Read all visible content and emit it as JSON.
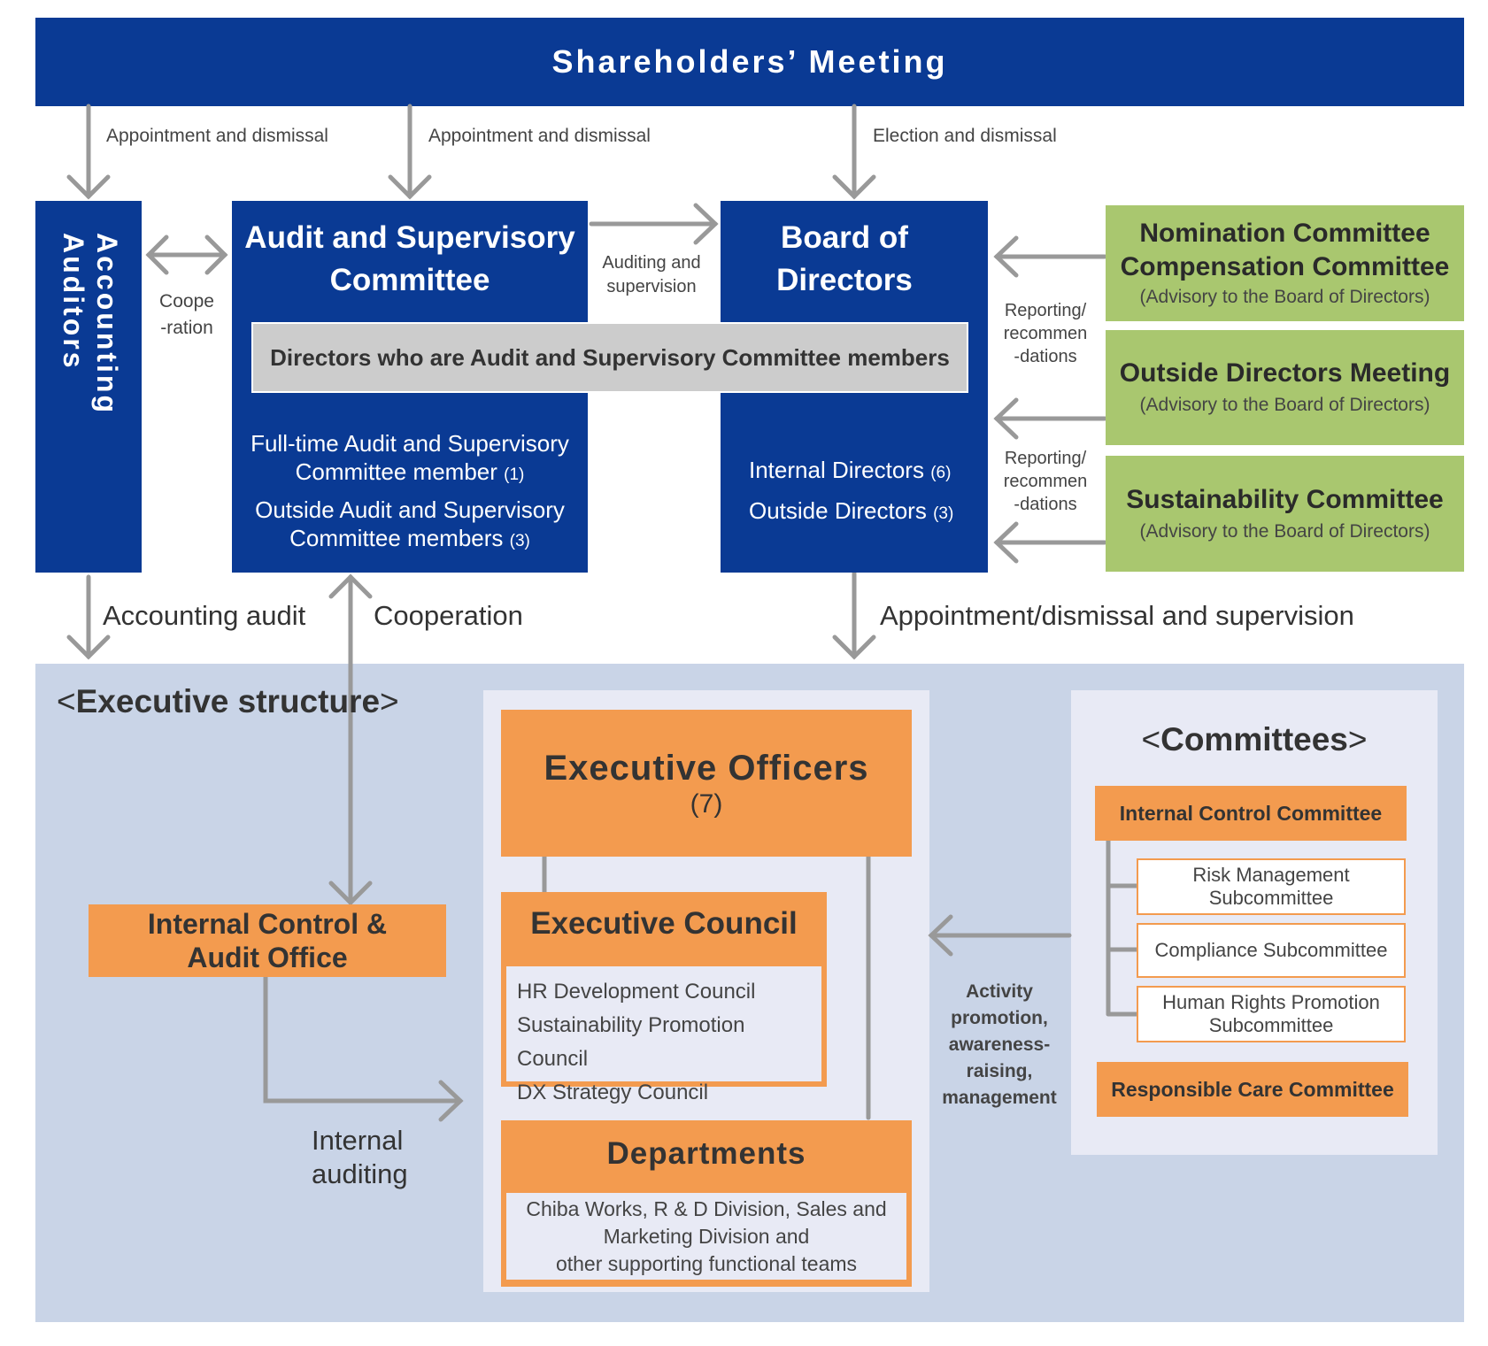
{
  "shareholders": "Shareholders’ Meeting",
  "top_labels": {
    "appointment_1": "Appointment and dismissal",
    "appointment_2": "Appointment and dismissal",
    "election": "Election and dismissal"
  },
  "accounting_auditors": "Accounting Auditors",
  "cooperation_small": [
    "Coope",
    "-ration"
  ],
  "audit_committee": {
    "title_1": "Audit and Supervisory",
    "title_2": "Committee",
    "fulltime_1": "Full-time Audit and Supervisory",
    "fulltime_2": "Committee member",
    "fulltime_count": "(1)",
    "outside_1": "Outside Audit and Supervisory",
    "outside_2": "Committee members",
    "outside_count": "(3)"
  },
  "auditing_supervision": [
    "Auditing and",
    "supervision"
  ],
  "board": {
    "title_1": "Board of",
    "title_2": "Directors",
    "internal": "Internal Directors",
    "internal_count": "(6)",
    "outside": "Outside Directors",
    "outside_count": "(3)"
  },
  "directors_band": "Directors who are Audit and Supervisory Committee members",
  "reporting": [
    "Reporting/",
    "recommen",
    "-dations"
  ],
  "advisory": {
    "nomination": "Nomination Committee",
    "compensation": "Compensation Committee",
    "outside_meeting": "Outside Directors Meeting",
    "sustainability": "Sustainability Committee",
    "note": "(Advisory to the Board of Directors)"
  },
  "mid_labels": {
    "accounting_audit": "Accounting audit",
    "cooperation": "Cooperation",
    "appointment_supervision": "Appointment/dismissal and supervision"
  },
  "executive_structure": "Executive structure",
  "executive_officers": {
    "title": "Executive Officers",
    "count": "(7)"
  },
  "executive_council": {
    "title": "Executive Council",
    "items": [
      "HR Development Council",
      "Sustainability Promotion Council",
      "DX Strategy Council"
    ]
  },
  "internal_audit_office": [
    "Internal Control &",
    "Audit Office"
  ],
  "internal_auditing": [
    "Internal",
    "auditing"
  ],
  "departments": {
    "title": "Departments",
    "desc": [
      "Chiba Works, R & D Division, Sales and",
      "Marketing Division and",
      "other supporting functional teams"
    ]
  },
  "activity": [
    "Activity",
    "promotion,",
    "awareness-",
    "raising,",
    "management"
  ],
  "committees": {
    "title": "Committees",
    "internal_control": "Internal Control Committee",
    "risk": [
      "Risk Management",
      "Subcommittee"
    ],
    "compliance": "Compliance Subcommittee",
    "human_rights": [
      "Human Rights Promotion",
      "Subcommittee"
    ],
    "responsible_care": "Responsible Care Committee"
  },
  "colors": {
    "navy": "#0a3a94",
    "orange": "#f39b4f",
    "green": "#a9c76f",
    "grey_band": "#cccccc",
    "exec_bg": "#c9d4e7",
    "arrow": "#999999"
  }
}
